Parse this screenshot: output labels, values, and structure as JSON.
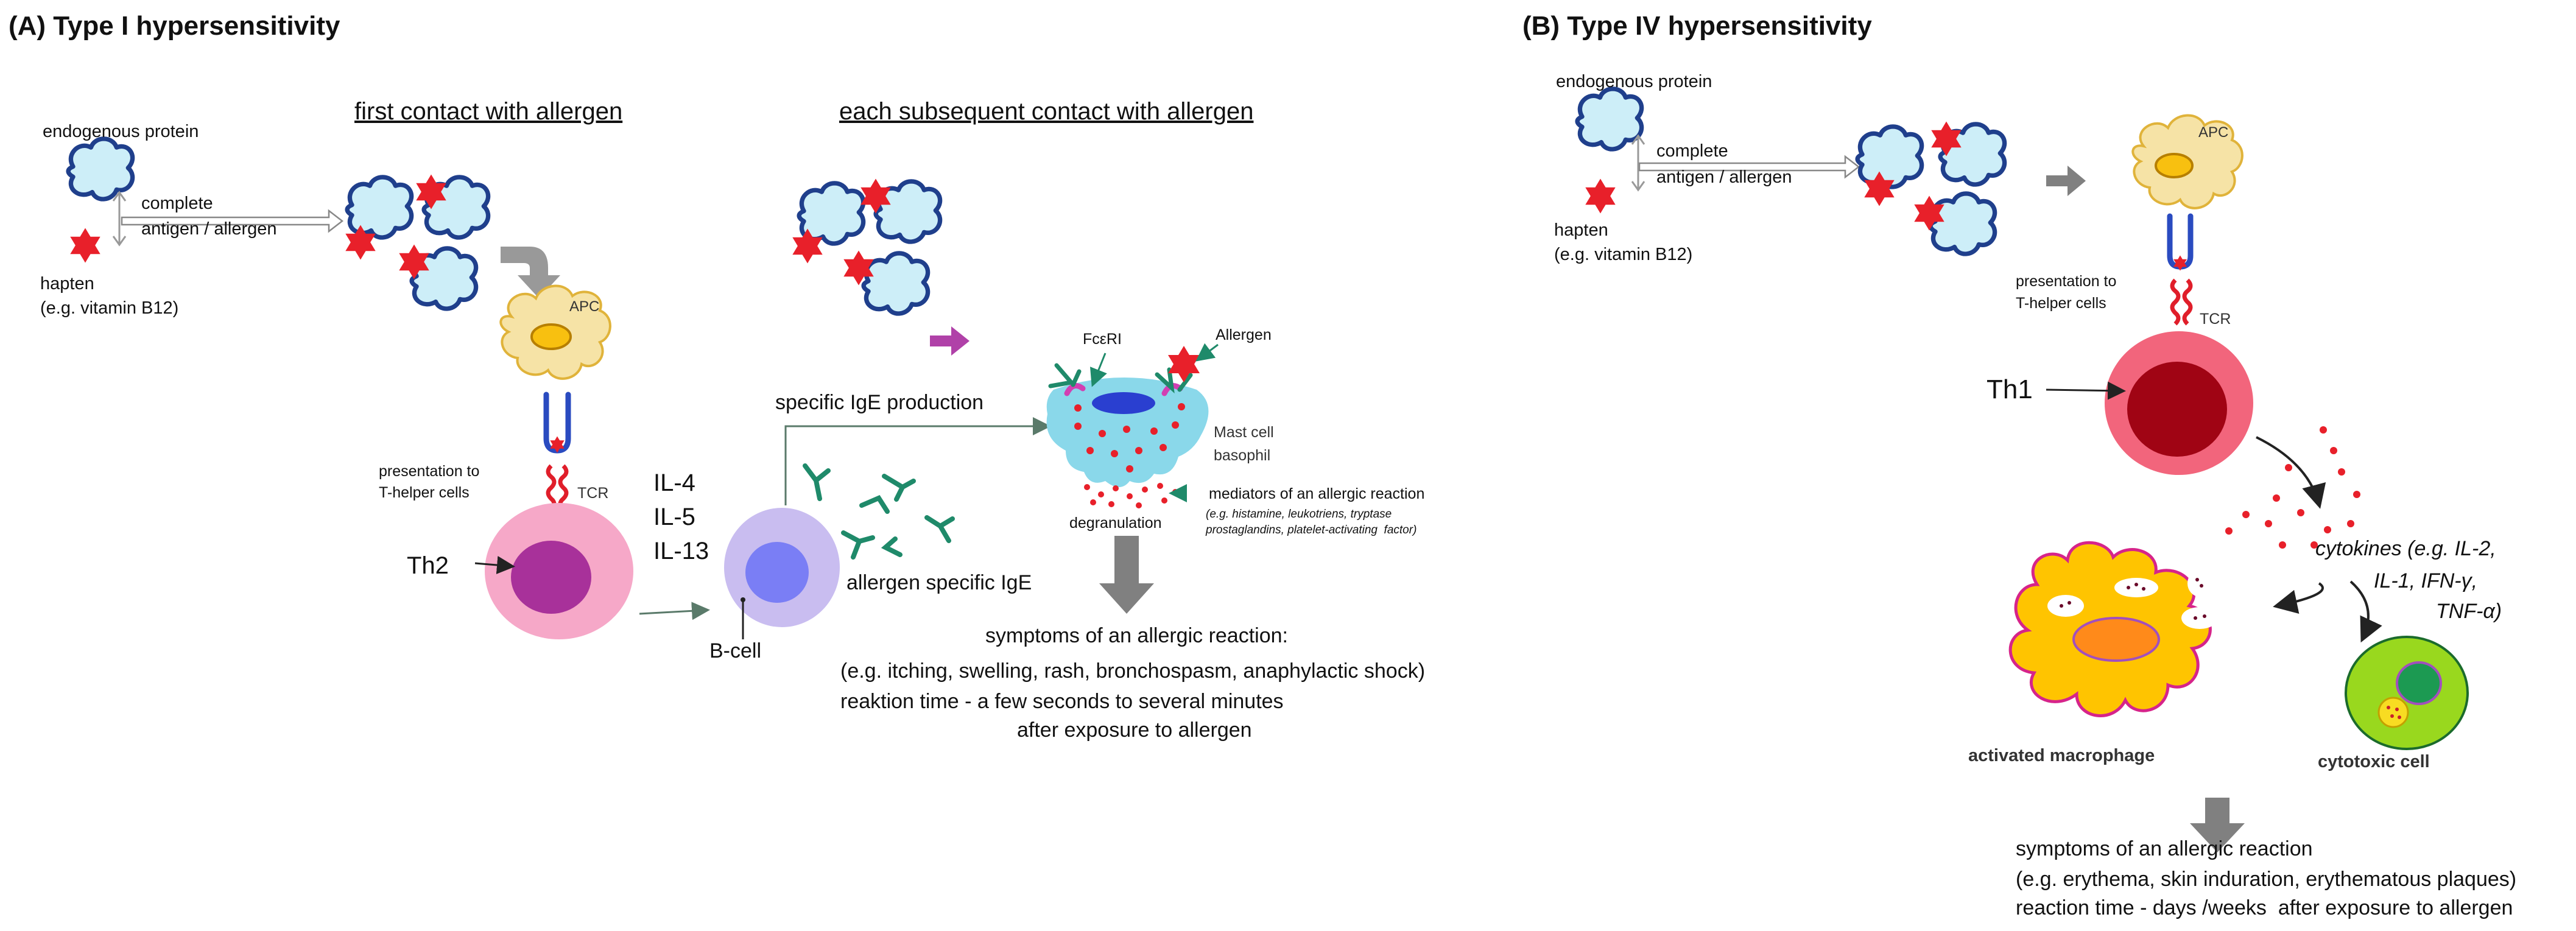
{
  "panel_a": {
    "title": "(A) Type I hypersensitivity",
    "heading_first": "first contact with allergen",
    "heading_subsequent": "each subsequent contact with allergen",
    "endogenous_protein": "endogenous protein",
    "complete": "complete",
    "antigen_allergen": "antigen / allergen",
    "hapten": "hapten",
    "hapten_example": "(e.g. vitamin B12)",
    "apc": "APC",
    "presentation_1": "presentation to",
    "presentation_2": "T-helper cells",
    "tcr": "TCR",
    "th2": "Th2",
    "il4": "IL-4",
    "il5": "IL-5",
    "il13": "IL-13",
    "bcell": "B-cell",
    "specific_ige_production": "specific IgE production",
    "allergen_specific_ige": "allergen specific IgE",
    "fceri": "FcεRI",
    "allergen": "Allergen",
    "mast_cell": "Mast cell",
    "basophil": "basophil",
    "mediators": "mediators of an allergic reaction",
    "mediators_eg_1": "(e.g. histamine, leukotriens, tryptase",
    "mediators_eg_2": "prostaglandins, platelet-activating  factor)",
    "degranulation": "degranulation",
    "symptoms_title": "symptoms of an allergic reaction:",
    "symptoms_eg": "(e.g. itching, swelling, rash, bronchospasm, anaphylactic shock)",
    "reaction_time": "reaktion time - a few seconds to several minutes",
    "after_exposure": "after exposure to allergen"
  },
  "panel_b": {
    "title": "(B) Type IV hypersensitivity",
    "endogenous_protein": "endogenous protein",
    "complete": "complete",
    "antigen_allergen": "antigen / allergen",
    "hapten": "hapten",
    "hapten_example": "(e.g. vitamin B12)",
    "apc": "APC",
    "presentation_1": "presentation to",
    "presentation_2": "T-helper cells",
    "tcr": "TCR",
    "th1": "Th1",
    "cytokines_1": "cytokines (e.g. IL-2,",
    "cytokines_2": "IL-1, IFN-γ,",
    "cytokines_3": "TNF-α)",
    "activated_macrophage": "activated macrophage",
    "cytotoxic_cell": "cytotoxic cell",
    "symptoms_title": "symptoms of an allergic reaction",
    "symptoms_eg": "(e.g. erythema, skin induration, erythematous plaques)",
    "reaction_time": "reaction time - days /weeks  after exposure to allergen"
  },
  "colors": {
    "protein_fill": "#cdeef8",
    "protein_stroke": "#1f3f8c",
    "hapten": "#e8202a",
    "apc_fill": "#f6e3a6",
    "apc_stroke": "#e0b33a",
    "receptor_blue": "#2a4bc0",
    "tcr_red": "#e01e2a",
    "th2_outer": "#f6a8c8",
    "th2_nucleus": "#a8319a",
    "bcell_outer": "#c9bdf0",
    "bcell_nucleus": "#7a7ef5",
    "ige_green": "#1f8a6a",
    "mast_cell": "#8ad8ea",
    "purple_arrow": "#b041a8",
    "grey_arrow": "#808080",
    "th1_outer": "#f2657c",
    "th1_nucleus": "#a00414",
    "macrophage": "#ffc400",
    "cytotoxic_outer": "#99d81e",
    "cytotoxic_nucleus": "#1c9a52"
  }
}
